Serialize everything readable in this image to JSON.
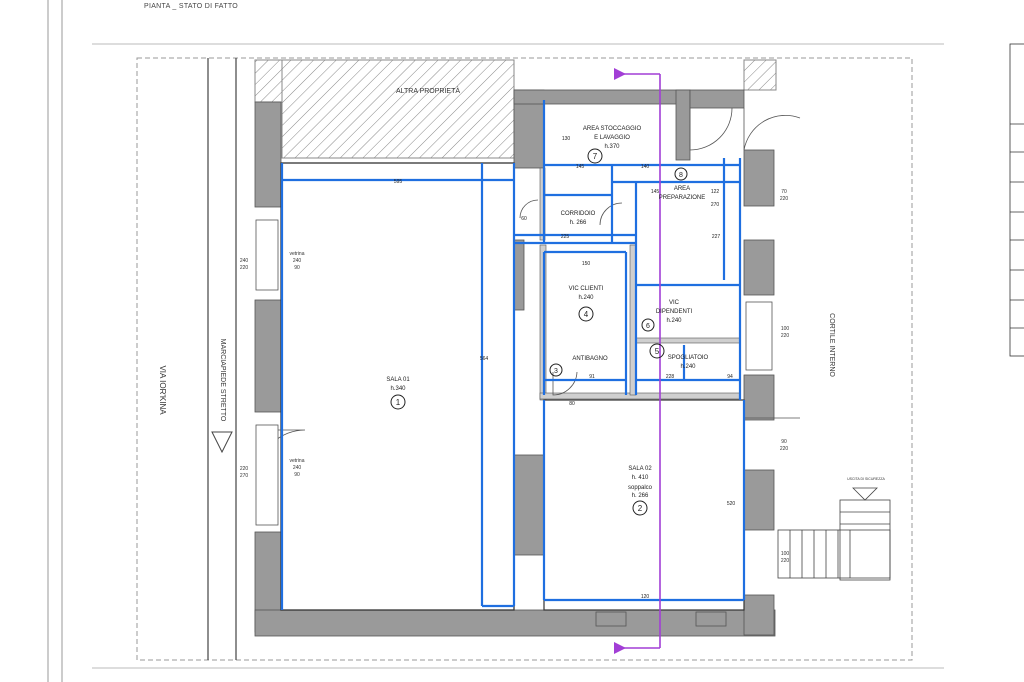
{
  "sheet": {
    "title": "PIANTA _ STATO DI FATTO"
  },
  "plan": {
    "street_label": "VIA IOR'KINA",
    "sidewalk_label": "MARCIAPIEDE STRETTO",
    "courtyard_label": "CORTILE INTERNO",
    "neighbor_label": "ALTRA PROPRIETÀ",
    "exit_sign": "USCITA DI SICUREZZA",
    "rooms": [
      {
        "lines": [
          "SALA 01",
          "h.340"
        ],
        "number": "1"
      },
      {
        "lines": [
          "SALA 02",
          "h. 410",
          "soppalco",
          "h. 266"
        ],
        "number": "2"
      },
      {
        "lines": [
          "VIC CLIENTI",
          "h.240"
        ],
        "number": "4"
      },
      {
        "lines": [
          "SPOGLIATOIO",
          "h.240"
        ],
        "number": "5"
      },
      {
        "lines": [
          "VIC",
          "DIPENDENTI",
          "h.240"
        ],
        "number": "6"
      },
      {
        "lines": [
          "AREA STOCCAGGIO",
          "E LAVAGGIO",
          "h.370"
        ],
        "number": "7"
      },
      {
        "lines": [
          "AREA",
          "PREPARAZIONE"
        ],
        "number": "8"
      },
      {
        "lines": [
          "CORRIDOIO",
          "h. 266"
        ],
        "number": ""
      },
      {
        "lines": [
          "ANTIBAGNO"
        ],
        "number": "3"
      }
    ],
    "window_labels": [
      {
        "lines": [
          "240",
          "220"
        ]
      },
      {
        "lines": [
          "220",
          "270"
        ]
      },
      {
        "lines": [
          "vetrina",
          "240",
          "90"
        ]
      },
      {
        "lines": [
          "vetrina",
          "240",
          "90"
        ]
      },
      {
        "lines": [
          "100",
          "220"
        ]
      },
      {
        "lines": [
          "100",
          "220"
        ]
      },
      {
        "lines": [
          "90",
          "220"
        ]
      },
      {
        "lines": [
          "70",
          "220"
        ]
      }
    ],
    "dimensions": [
      "595",
      "564",
      "150",
      "145",
      "140",
      "145",
      "122",
      "270",
      "225",
      "227",
      "228",
      "120",
      "520",
      "94",
      "91",
      "130",
      "60",
      "80"
    ]
  }
}
